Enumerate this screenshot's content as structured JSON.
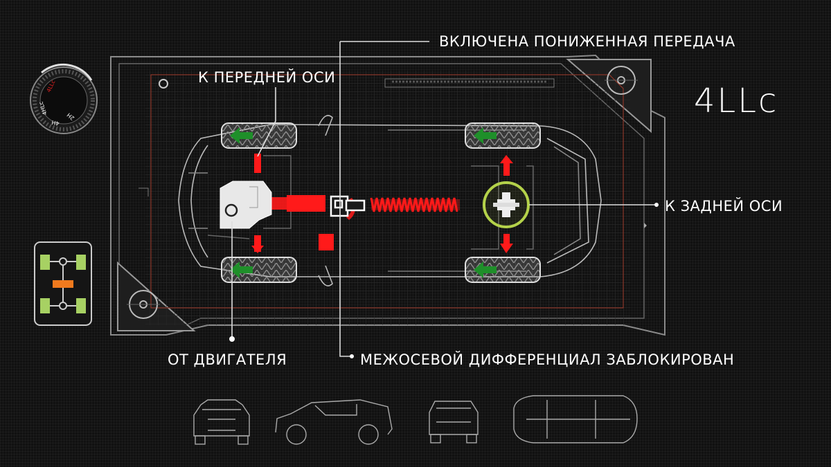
{
  "screen": {
    "mode_indicator": "4LLc",
    "labels": {
      "low_gear": "ВКЛЮЧЕНА ПОНИЖЕННАЯ ПЕРЕДАЧА",
      "front_axle": "К ПЕРЕДНЕЙ ОСИ",
      "rear_axle": "К ЗАДНЕЙ ОСИ",
      "from_engine": "ОТ ДВИГАТЕЛЯ",
      "center_diff": "МЕЖОСЕВОЙ ДИФФЕРЕНЦИАЛ ЗАБЛОКИРОВАН"
    }
  },
  "selector_dial": {
    "positions": [
      "2H",
      "4H",
      "4HLc",
      "4LLc"
    ],
    "active": "4LLc",
    "active_color": "#e02020"
  },
  "drive_diagram_icon": {
    "wheel_color": "#a7d163",
    "center_color": "#f07a1e"
  },
  "colors": {
    "power_flow": "#ff1a1a",
    "wheel_arrow": "#1f8f2a",
    "diff_ring": "#b4d24a",
    "frame_line": "#8a8a8a",
    "accent_line": "#a13a2a"
  },
  "reference_views": [
    "front-view",
    "side-view",
    "rear-view",
    "top-view"
  ]
}
